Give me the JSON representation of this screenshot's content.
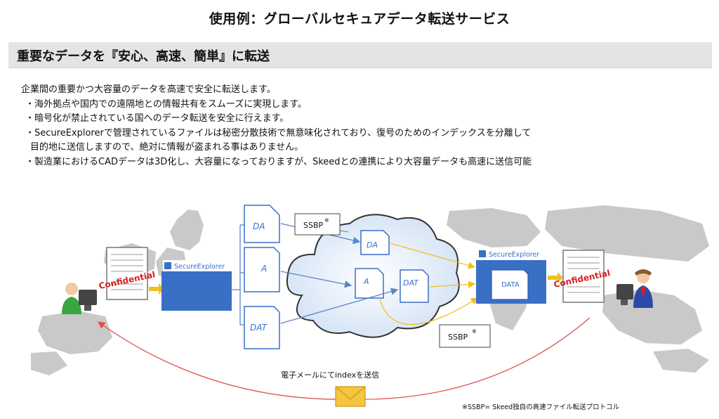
{
  "title": "使用例：グローバルセキュアデータ転送サービス",
  "subtitle": "重要なデータを『安心、高速、簡単』に転送",
  "description": {
    "intro": "企業間の重要かつ大容量のデータを高速で安全に転送します。",
    "bullets": [
      "・海外拠点や国内での遠隔地との情報共有をスムーズに実現します。",
      "・暗号化が禁止されている国へのデータ転送を安全に行えます。",
      "・SecureExplorerで管理されているファイルは秘密分散技術で無意味化されており、復号のためのインデックスを分離して",
      "目的地に送信しますので、絶対に情報が盗まれる事はありません。",
      "・製造業におけるCADデータは3D化し、大容量になっておりますが、Skeedとの連携により大容量データも高速に送信可能"
    ]
  },
  "diagram": {
    "confidential_label": "Confidential",
    "secure_explorer_label": "SecureExplorer",
    "ssbp_label": "SSBP",
    "ssbp_mark": "※",
    "data_label": "DATA",
    "email_label": "電子メールにてindexを送信",
    "footnote": "※SSBP= Skeed独自の高速ファイル転送プロトコル",
    "fragments": [
      "DA",
      "A",
      "DAT",
      "DA",
      "A",
      "DAT"
    ],
    "colors": {
      "secure_box": "#3a6fc6",
      "arrow_blue": "#5a86c8",
      "arrow_gold": "#f0c020",
      "email_curve": "#e05050",
      "map": "#c8c8c8",
      "confidential": "#d42020"
    }
  }
}
